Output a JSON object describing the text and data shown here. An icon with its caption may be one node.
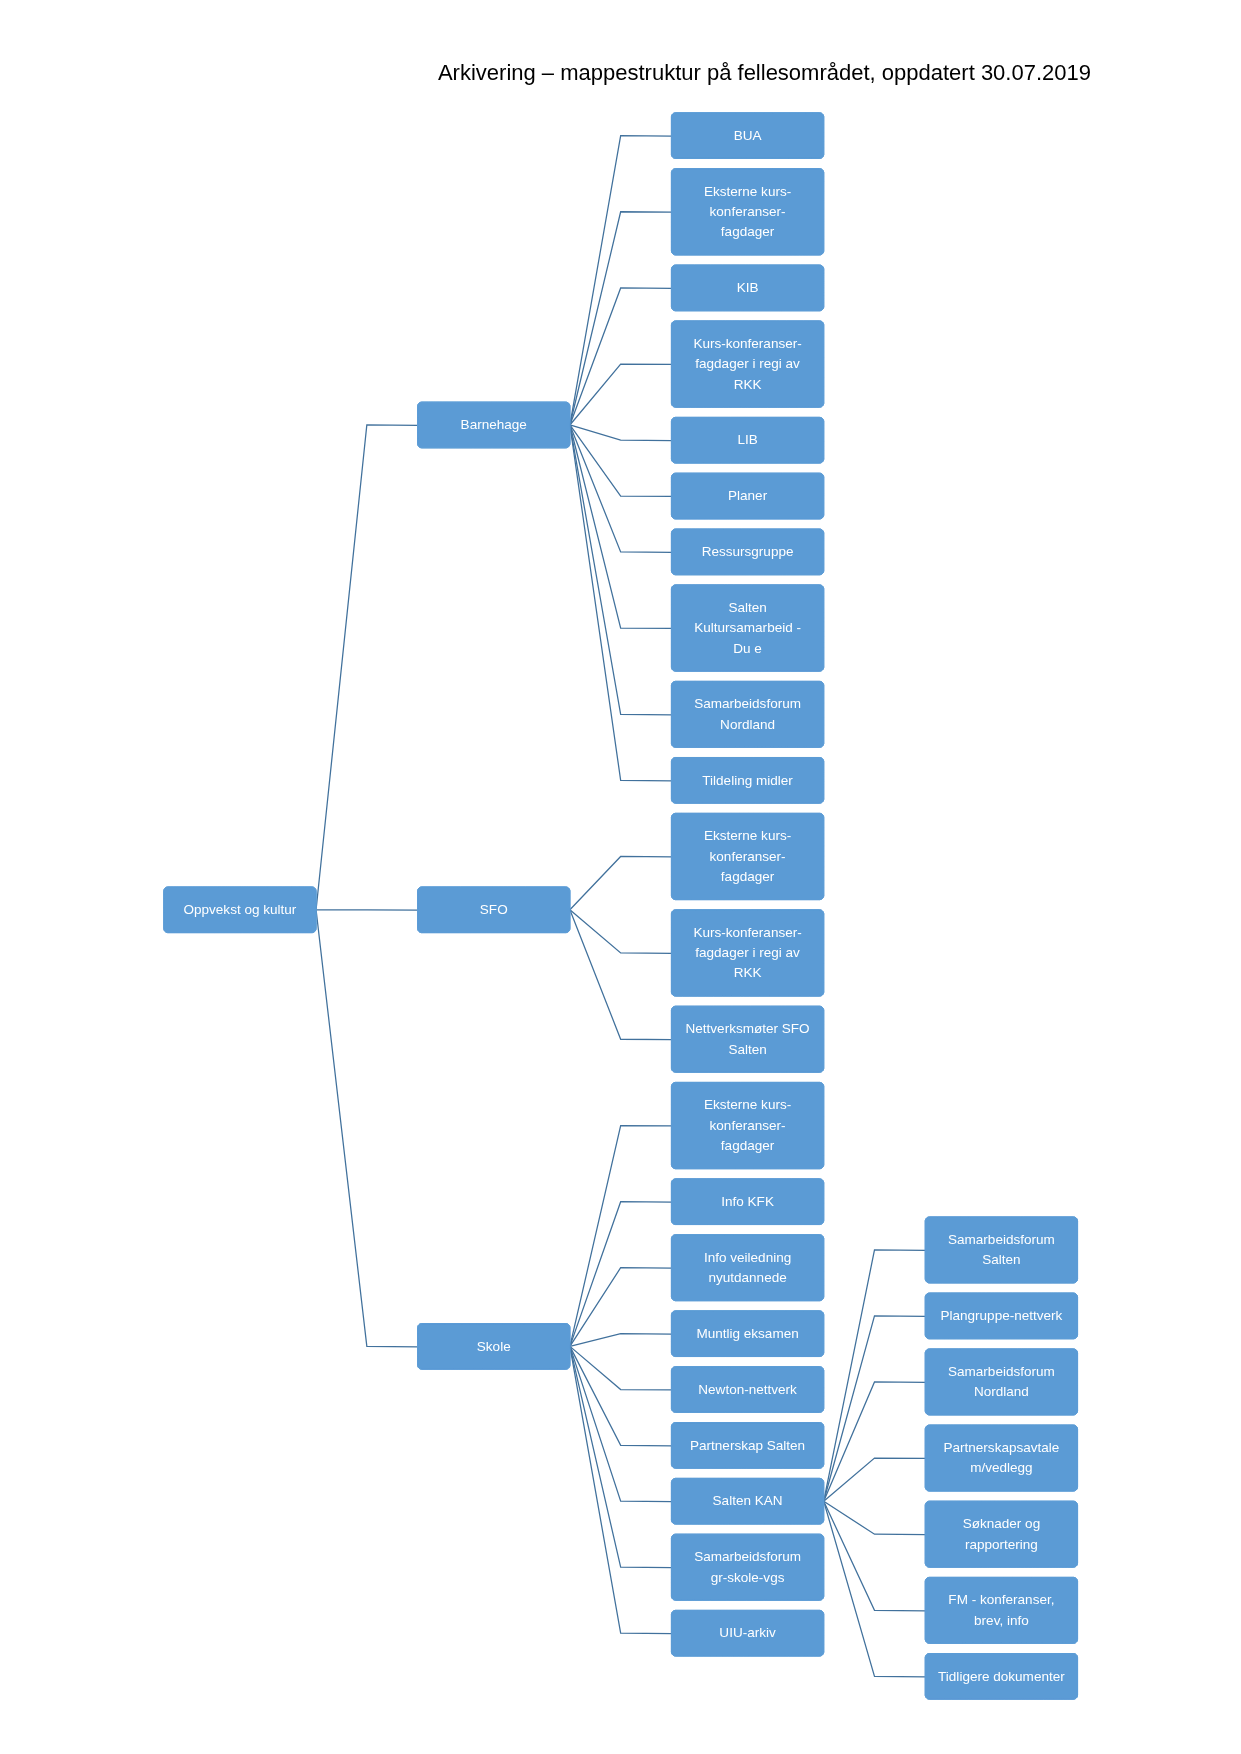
{
  "diagram": {
    "title": "Arkivering – mappestruktur på fellesområdet, oppdatert 30.07.2019",
    "nodes": [
      {
        "text": [
          "Oppvekst og kultur"
        ]
      },
      {
        "text": [
          "Barnehage"
        ]
      },
      {
        "text": [
          "BUA"
        ]
      },
      {
        "text": [
          "Eksterne kurs-konferanser-fagdager"
        ]
      },
      {
        "text": [
          "KIB"
        ]
      },
      {
        "text": [
          "Kurs-konferanser-fagdager i regi av RKK"
        ]
      },
      {
        "text": [
          "LIB"
        ]
      },
      {
        "text": [
          "Planer"
        ]
      },
      {
        "text": [
          "Ressursgruppe"
        ]
      },
      {
        "text": [
          "Salten Kultursamarbeid - Du e"
        ]
      },
      {
        "text": [
          "Samarbeidsforum Nordland"
        ]
      },
      {
        "text": [
          "Tildeling midler"
        ]
      },
      {
        "text": [
          "SFO"
        ]
      },
      {
        "text": [
          "Eksterne kurs-konferanser-fagdager"
        ]
      },
      {
        "text": [
          "Kurs-konferanser-fagdager i regi av RKK"
        ]
      },
      {
        "text": [
          "Nettverksmøter SFO Salten"
        ]
      },
      {
        "text": [
          "Skole"
        ]
      },
      {
        "text": [
          "Eksterne kurs-konferanser-fagdager"
        ]
      },
      {
        "text": [
          "Info KFK"
        ]
      },
      {
        "text": [
          "Info veiledning nyutdannede"
        ]
      },
      {
        "text": [
          "Muntlig eksamen"
        ]
      },
      {
        "text": [
          "Newton-nettverk"
        ]
      },
      {
        "text": [
          "Partnerskap Salten"
        ]
      },
      {
        "text": [
          "Salten KAN"
        ]
      },
      {
        "text": [
          "Samarbeidsforum gr-skole-vgs"
        ]
      },
      {
        "text": [
          "UIU-arkiv"
        ]
      },
      {
        "text": [
          "Samarbeidsforum Salten"
        ]
      },
      {
        "text": [
          "Plangruppe-nettverk"
        ]
      },
      {
        "text": [
          "Samarbeidsforum Nordland"
        ]
      },
      {
        "text": [
          "Partnerskapsavtale m/vedlegg"
        ]
      },
      {
        "text": [
          "Søknader og rapportering"
        ]
      },
      {
        "text": [
          "FM - konferanser, brev, info"
        ]
      },
      {
        "text": [
          "Tidligere dokumenter"
        ]
      }
    ],
    "edges": [
      {
        "from": 0,
        "to": 1,
        "arrow": "none"
      },
      {
        "from": 0,
        "to": 12,
        "arrow": "none"
      },
      {
        "from": 0,
        "to": 16,
        "arrow": "none"
      },
      {
        "from": 1,
        "to": 2,
        "arrow": "none"
      },
      {
        "from": 1,
        "to": 3,
        "arrow": "none"
      },
      {
        "from": 1,
        "to": 4,
        "arrow": "none"
      },
      {
        "from": 1,
        "to": 5,
        "arrow": "none"
      },
      {
        "from": 1,
        "to": 6,
        "arrow": "none"
      },
      {
        "from": 1,
        "to": 7,
        "arrow": "none"
      },
      {
        "from": 1,
        "to": 8,
        "arrow": "none"
      },
      {
        "from": 1,
        "to": 9,
        "arrow": "none"
      },
      {
        "from": 1,
        "to": 10,
        "arrow": "none"
      },
      {
        "from": 1,
        "to": 11,
        "arrow": "none"
      },
      {
        "from": 12,
        "to": 13,
        "arrow": "none"
      },
      {
        "from": 12,
        "to": 14,
        "arrow": "none"
      },
      {
        "from": 12,
        "to": 15,
        "arrow": "none"
      },
      {
        "from": 16,
        "to": 17,
        "arrow": "none"
      },
      {
        "from": 16,
        "to": 18,
        "arrow": "none"
      },
      {
        "from": 16,
        "to": 19,
        "arrow": "none"
      },
      {
        "from": 16,
        "to": 20,
        "arrow": "none"
      },
      {
        "from": 16,
        "to": 21,
        "arrow": "none"
      },
      {
        "from": 16,
        "to": 22,
        "arrow": "none"
      },
      {
        "from": 16,
        "to": 23,
        "arrow": "none"
      },
      {
        "from": 16,
        "to": 24,
        "arrow": "none"
      },
      {
        "from": 16,
        "to": 25,
        "arrow": "none"
      },
      {
        "from": 23,
        "to": 26,
        "arrow": "none"
      },
      {
        "from": 23,
        "to": 27,
        "arrow": "none"
      },
      {
        "from": 23,
        "to": 28,
        "arrow": "none"
      },
      {
        "from": 23,
        "to": 29,
        "arrow": "none"
      },
      {
        "from": 23,
        "to": 30,
        "arrow": "none"
      },
      {
        "from": 23,
        "to": 31,
        "arrow": "none"
      },
      {
        "from": 23,
        "to": 32,
        "arrow": "none"
      }
    ]
  }
}
